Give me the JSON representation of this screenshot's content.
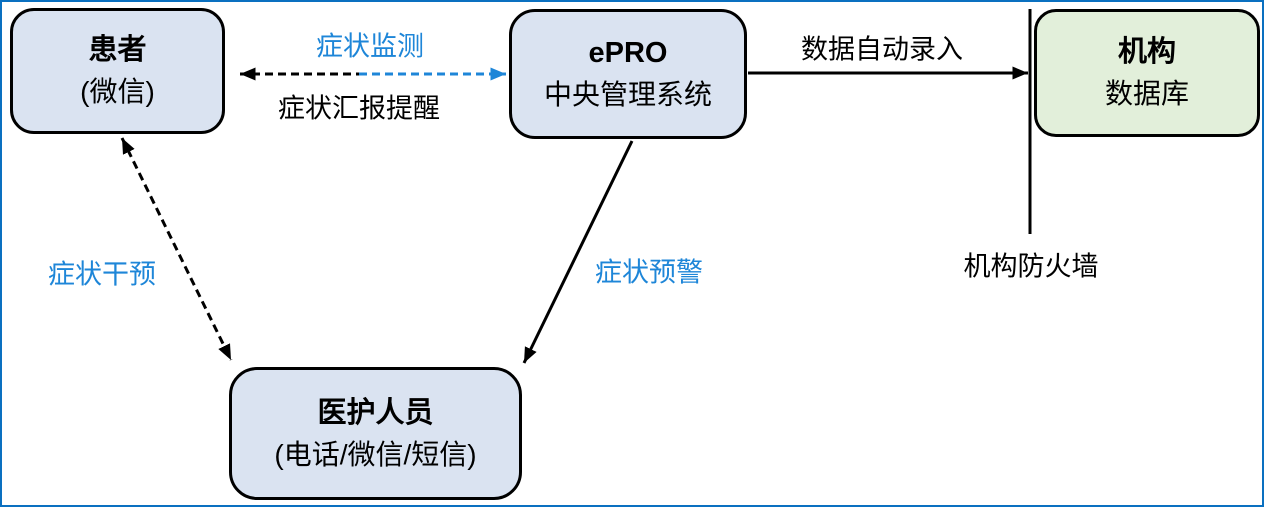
{
  "diagram": {
    "type": "flow-diagram",
    "colors": {
      "accent_blue": "#1e86d8",
      "node_blue_fill": "#dae3f1",
      "node_green_fill": "#e2efda",
      "node_border": "#000000",
      "canvas_border": "#0a70c0",
      "background": "#ffffff"
    },
    "nodes": {
      "patient": {
        "title": "患者",
        "subtitle": "(微信)"
      },
      "epro": {
        "title": "ePRO",
        "subtitle": "中央管理系统"
      },
      "institution": {
        "title": "机构",
        "subtitle": "数据库"
      },
      "staff": {
        "title": "医护人员",
        "subtitle": "(电话/微信/短信)"
      }
    },
    "edges": {
      "monitoring": {
        "label": "症状监测",
        "style": "dashed",
        "color": "#1e86d8"
      },
      "report_reminder": {
        "label": "症状汇报提醒",
        "style": "dashed",
        "color": "#000000"
      },
      "auto_entry": {
        "label": "数据自动录入",
        "style": "solid",
        "color": "#000000"
      },
      "warning": {
        "label": "症状预警",
        "style": "solid",
        "color": "#000000"
      },
      "intervention": {
        "label": "症状干预",
        "style": "dashed",
        "color": "#000000"
      },
      "firewall": {
        "label": "机构防火墙",
        "style": "solid",
        "color": "#000000"
      }
    }
  }
}
